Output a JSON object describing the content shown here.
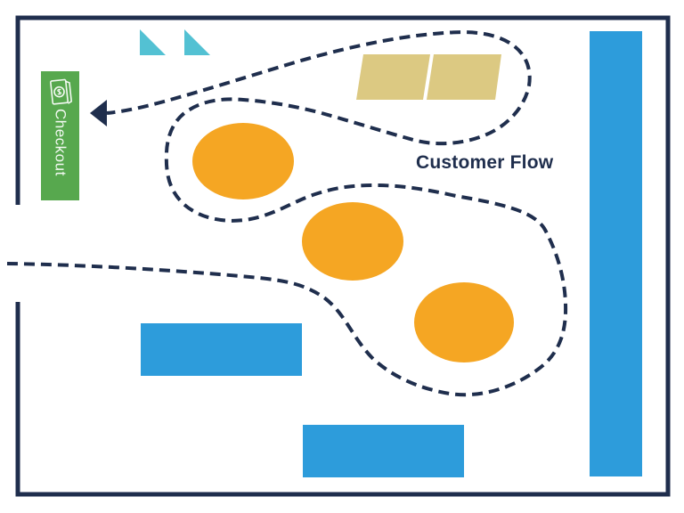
{
  "title": "Store layout customer flow diagram",
  "labels": {
    "checkout": "Checkout",
    "customer_flow": "Customer Flow"
  },
  "icons": {
    "checkout_icon": "money-icon",
    "flow_arrow": "arrow-left-icon"
  },
  "colors": {
    "navy": "#1F2E4D",
    "blue": "#2D9CDB",
    "orange": "#F5A623",
    "tan": "#DCC982",
    "green": "#57A84E",
    "cyan": "#53C1D3",
    "background": "#FFFFFF",
    "checkout_text": "#FFFFFF"
  }
}
